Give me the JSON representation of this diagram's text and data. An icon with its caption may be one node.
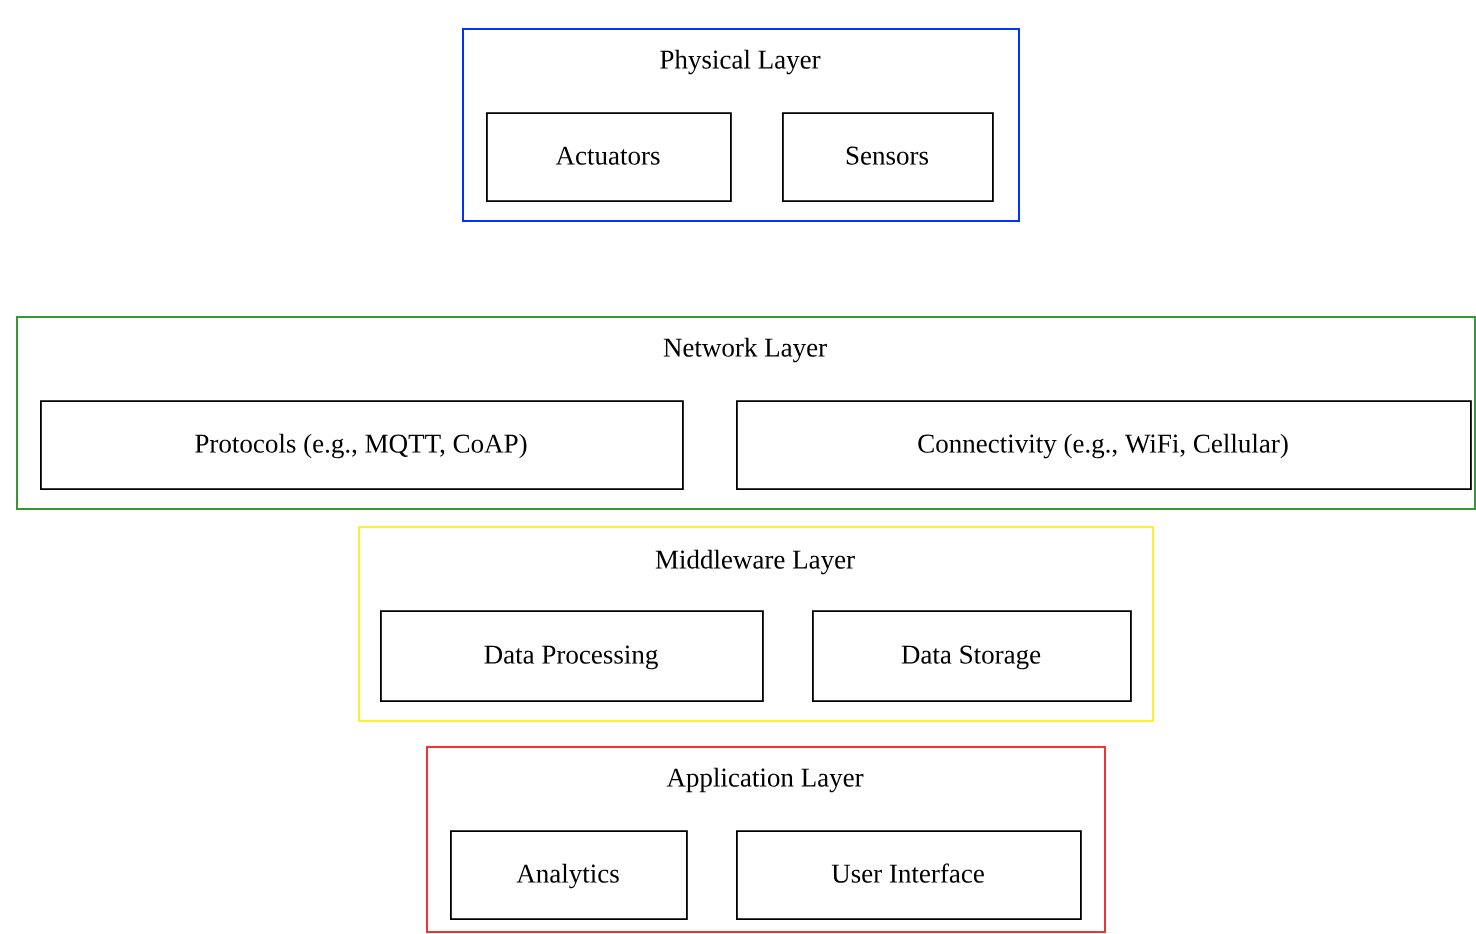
{
  "diagram": {
    "nodes": [
      {
        "text": [
          "Physical Layer"
        ]
      },
      {
        "text": [
          "Actuators"
        ],
        "in": 0
      },
      {
        "text": [
          "Sensors"
        ],
        "in": 0
      },
      {
        "text": [
          "Network Layer"
        ]
      },
      {
        "text": [
          "Protocols (e.g., MQTT, CoAP)"
        ],
        "in": 3
      },
      {
        "text": [
          "Connectivity (e.g., WiFi, Cellular)"
        ],
        "in": 3
      },
      {
        "text": [
          "Middleware Layer"
        ]
      },
      {
        "text": [
          "Data Processing"
        ],
        "in": 6
      },
      {
        "text": [
          "Data Storage"
        ],
        "in": 6
      },
      {
        "text": [
          "Application Layer"
        ]
      },
      {
        "text": [
          "Analytics"
        ],
        "in": 9
      },
      {
        "text": [
          "User Interface"
        ],
        "in": 9
      }
    ]
  }
}
